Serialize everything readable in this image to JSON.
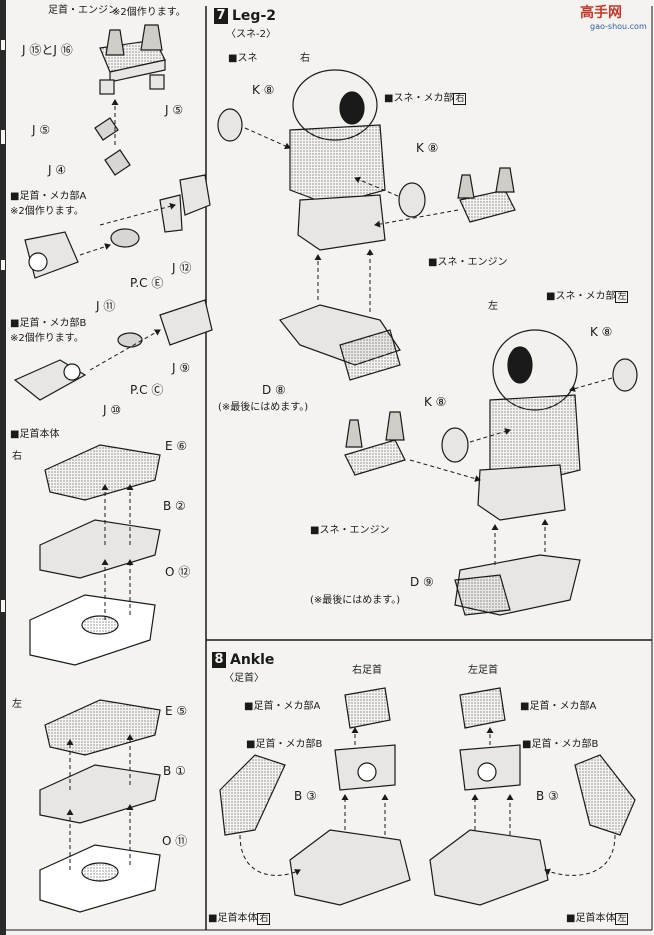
{
  "watermark": {
    "logo": "高手网",
    "url": "gao-shou.com"
  },
  "left": {
    "header_top": "足首・エンジン",
    "make_two_1": "※2個作ります。",
    "j15_j16": "J ⑮とJ ⑯",
    "j5_a": "J ⑤",
    "j5_b": "J ⑤",
    "j4": "J ④",
    "ankle_mecha_a": "■足首・メカ部A",
    "make_two_2": "※2個作ります。",
    "j12": "J ⑫",
    "pc_e": "P.C Ⓔ",
    "j11": "J ⑪",
    "ankle_mecha_b": "■足首・メカ部B",
    "make_two_3": "※2個作ります。",
    "j9": "J ⑨",
    "pc_c": "P.C Ⓒ",
    "j10": "J ⑩",
    "ankle_body": "■足首本体",
    "right_mark": "右",
    "e6": "E ⑥",
    "b2": "B ②",
    "o12": "O ⑫",
    "left_mark": "左",
    "e5": "E ⑤",
    "b1": "B ①",
    "o11": "O ⑪"
  },
  "leg2": {
    "step": "7",
    "title": "Leg-2",
    "subtitle": "〈スネ-2〉",
    "sune": "■スネ",
    "right_mark": "右",
    "k8_a": "K ⑧",
    "sune_mecha_right": "■スネ・メカ部",
    "box_right": "右",
    "k8_b": "K ⑧",
    "sune_engine_a": "■スネ・エンジン",
    "d8": "D ⑧",
    "last_a": "(※最後にはめます。)",
    "left_mark": "左",
    "sune_mecha_left": "■スネ・メカ部",
    "box_left": "左",
    "k8_c": "K ⑧",
    "k8_d": "K ⑧",
    "sune_engine_b": "■スネ・エンジン",
    "d9": "D ⑨",
    "last_b": "(※最後にはめます。)"
  },
  "ankle": {
    "step": "8",
    "title": "Ankle",
    "subtitle": "〈足首〉",
    "right_ankle": "右足首",
    "left_ankle": "左足首",
    "mecha_a_l": "■足首・メカ部A",
    "mecha_a_r": "■足首・メカ部A",
    "mecha_b_l": "■足首・メカ部B",
    "mecha_b_r": "■足首・メカ部B",
    "b3_l": "B ③",
    "b3_r": "B ③",
    "body_l": "■足首本体",
    "box_l": "右",
    "body_r": "■足首本体",
    "box_r": "左"
  }
}
